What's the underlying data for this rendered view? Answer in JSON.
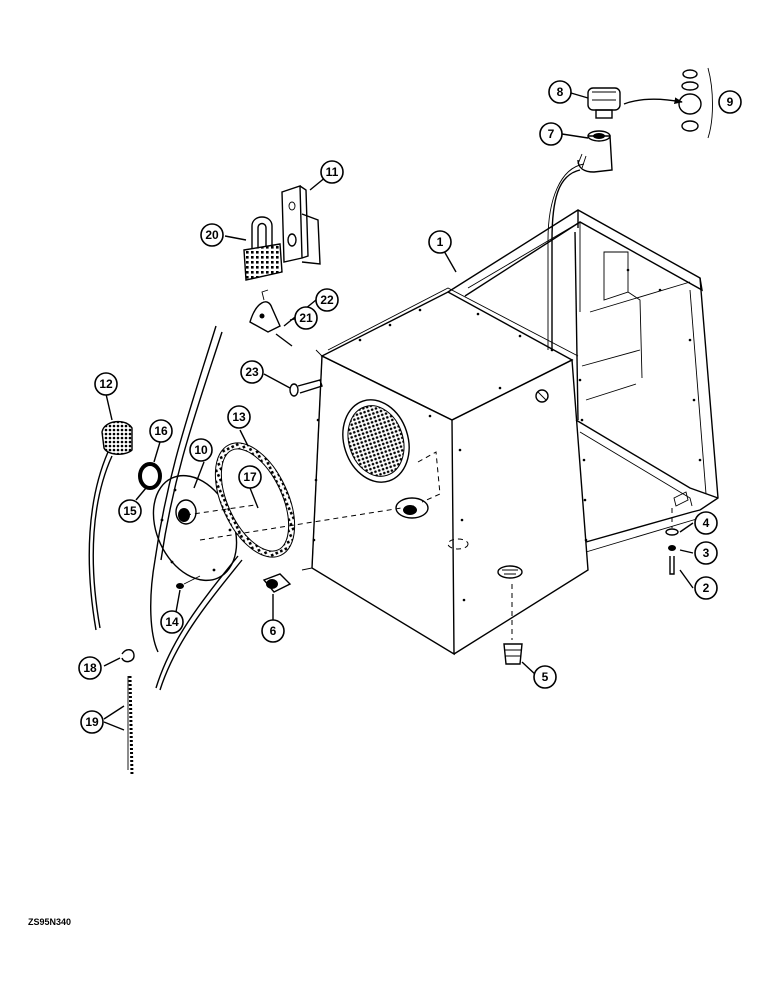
{
  "figure_code": "ZS95N340",
  "callouts": [
    {
      "label": "1"
    },
    {
      "label": "2"
    },
    {
      "label": "3"
    },
    {
      "label": "4"
    },
    {
      "label": "5"
    },
    {
      "label": "6"
    },
    {
      "label": "7"
    },
    {
      "label": "8"
    },
    {
      "label": "9"
    },
    {
      "label": "10"
    },
    {
      "label": "11"
    },
    {
      "label": "12"
    },
    {
      "label": "13"
    },
    {
      "label": "14"
    },
    {
      "label": "15"
    },
    {
      "label": "16"
    },
    {
      "label": "17"
    },
    {
      "label": "18"
    },
    {
      "label": "19"
    },
    {
      "label": "20"
    },
    {
      "label": "21"
    },
    {
      "label": "22"
    },
    {
      "label": "23"
    }
  ]
}
